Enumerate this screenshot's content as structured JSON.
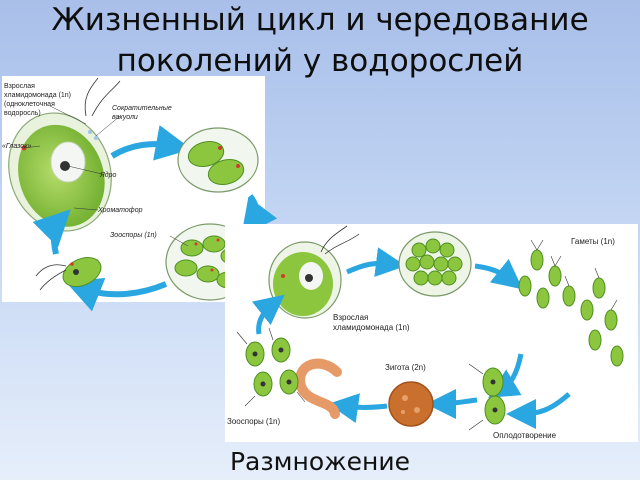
{
  "title": {
    "line1": "Жизненный цикл и чередование",
    "line2": "поколений у водорослей"
  },
  "subtitle": "Размножение",
  "diagram1": {
    "labels": {
      "adult_l1": "Взрослая",
      "adult_l2": "хламидомонада (1n)",
      "adult_l3": "(одноклеточная",
      "adult_l4": "водоросль)",
      "vacuole_l1": "Сократительные",
      "vacuole_l2": "вакуоли",
      "eyespot": "«Глазок»",
      "nucleus": "Ядро",
      "chromatophore": "Хроматофор",
      "zoospores": "Зооспоры (1n)"
    }
  },
  "diagram2": {
    "labels": {
      "gametes": "Гаметы (1n)",
      "adult_l1": "Взрослая",
      "adult_l2": "хламидомонада (1n)",
      "zygote": "Зигота (2n)",
      "zoospores": "Зооспоры (1n)",
      "fertilization": "Оплодотворение"
    }
  },
  "colors": {
    "cell_green": "#8cc63f",
    "cell_dark_green": "#4e8f22",
    "arrow_blue": "#2aa7e0",
    "eyespot_red": "#d23a2a",
    "zygote_brown": "#c9702f",
    "nucleus_dark": "#333333"
  }
}
